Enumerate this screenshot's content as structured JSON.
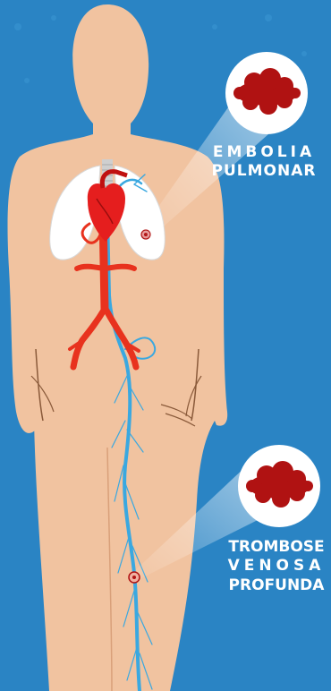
{
  "labels": {
    "embolia": {
      "line1": "EMBOLIA",
      "line2": "PULMONAR"
    },
    "trombose": {
      "line1": "TROMBOSE",
      "line2": "VENOSA",
      "line3": "PROFUNDA"
    }
  },
  "colors": {
    "background": "#2a84c4",
    "skin": "#f1c3a0",
    "outline": "#8a5a3a",
    "artery": "#e8321e",
    "vein": "#3aa8e0",
    "clot": "#b01212",
    "lung": "#ffffff"
  },
  "icons": [
    "body-silhouette-icon",
    "heart-icon",
    "lungs-icon",
    "blood-clot-icon",
    "magnifier-callout-icon"
  ]
}
